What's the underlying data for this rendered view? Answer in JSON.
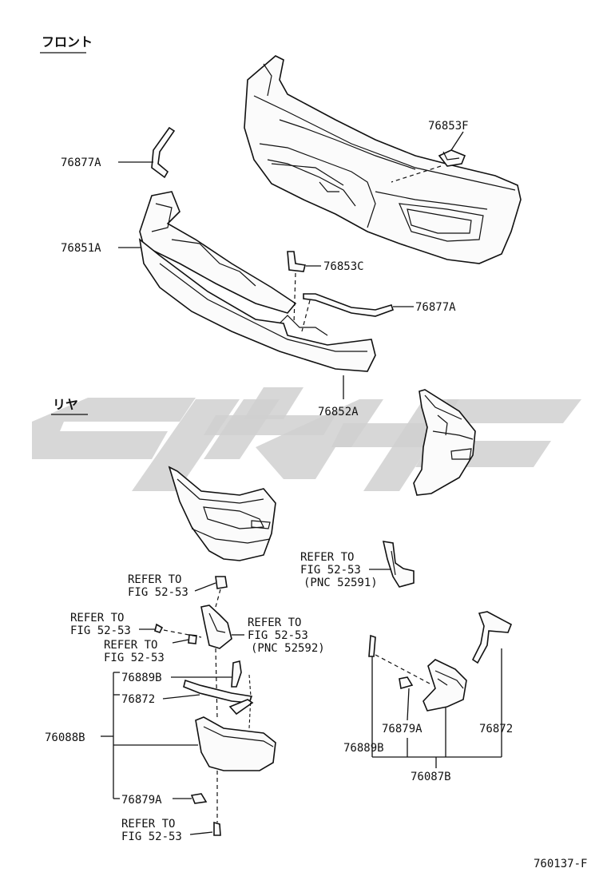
{
  "sections": {
    "front": "フロント",
    "rear": "リヤ"
  },
  "labels": {
    "p76853F": "76853F",
    "p76877A_top": "76877A",
    "p76851A": "76851A",
    "p76853C": "76853C",
    "p76877A_mid": "76877A",
    "p76852A": "76852A",
    "p76889B_left": "76889B",
    "p76872_left": "76872",
    "p76088B": "76088B",
    "p76879A_left": "76879A",
    "p76879A_right": "76879A",
    "p76872_right": "76872",
    "p76889B_right": "76889B",
    "p76087B": "76087B"
  },
  "refs": {
    "ref_a": [
      "REFER TO",
      "FIG 52-53"
    ],
    "ref_b": [
      "REFER TO",
      "FIG 52-53"
    ],
    "ref_c": [
      "REFER TO",
      "FIG 52-53"
    ],
    "ref_d": [
      "REFER TO",
      "FIG 52-53",
      "(PNC 52592)"
    ],
    "ref_e": [
      "REFER TO",
      "FIG 52-53",
      "(PNC 52591)"
    ],
    "ref_f": [
      "REFER TO",
      "FIG 52-53"
    ]
  },
  "figure_id": "760137-F"
}
